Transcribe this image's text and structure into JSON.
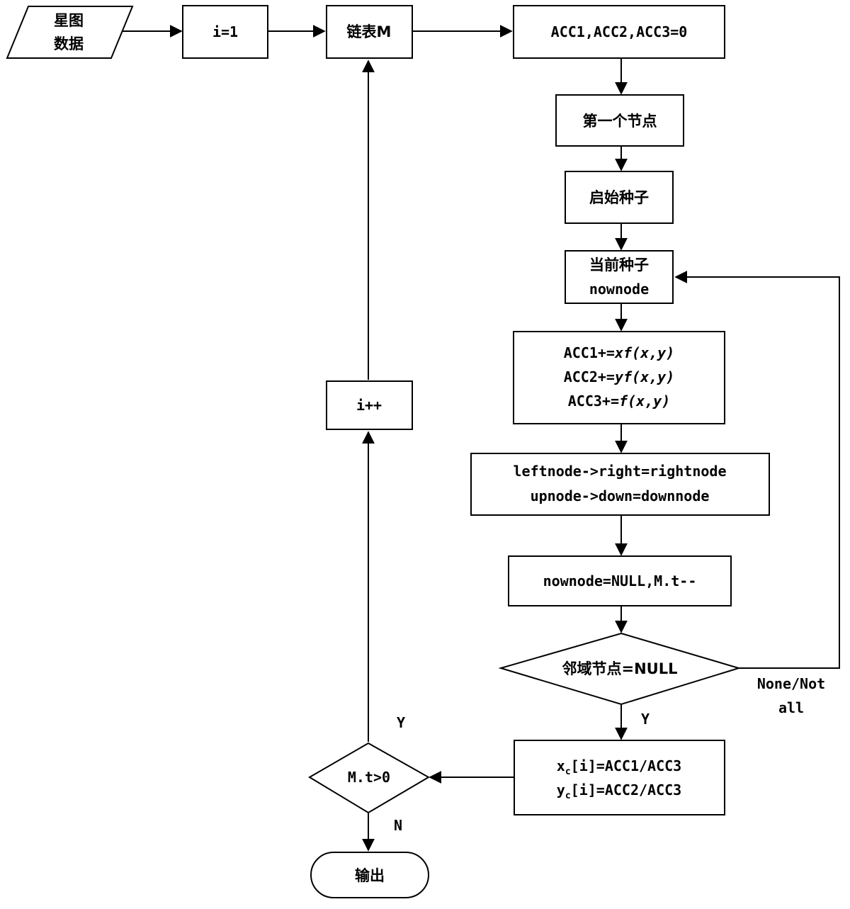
{
  "nodes": {
    "star_map_data": [
      "星图",
      "数据"
    ],
    "i_init": "i=1",
    "linked_list_m": "链表M",
    "acc_init": "ACC1,ACC2,ACC3=0",
    "first_node": "第一个节点",
    "start_seed": "启始种子",
    "current_seed": [
      "当前种子",
      "nownode"
    ],
    "accumulate": {
      "line1_prefix": "ACC1+=",
      "line1_expr": "xf(x,y)",
      "line2_prefix": "ACC2+=",
      "line2_expr": "yf(x,y)",
      "line3_prefix": "ACC3+=",
      "line3_expr": "f(x,y)"
    },
    "relink": [
      "leftnode->right=rightnode",
      "upnode->down=downnode"
    ],
    "clear_node": "nownode=NULL,M.t--",
    "neighbor_check": "邻域节点=NULL",
    "centroid": {
      "line1_var": "x",
      "line1_sub": "c",
      "line1_rest": "[i]=ACC1/ACC3",
      "line2_var": "y",
      "line2_sub": "c",
      "line2_rest": "[i]=ACC2/ACC3"
    },
    "mt_check": "M.t>0",
    "i_inc": "i++",
    "output": "输出"
  },
  "edge_labels": {
    "none_not_all": [
      "None/Not",
      "all"
    ],
    "neighbor_yes": "Y",
    "mt_yes": "Y",
    "mt_no": "N"
  }
}
